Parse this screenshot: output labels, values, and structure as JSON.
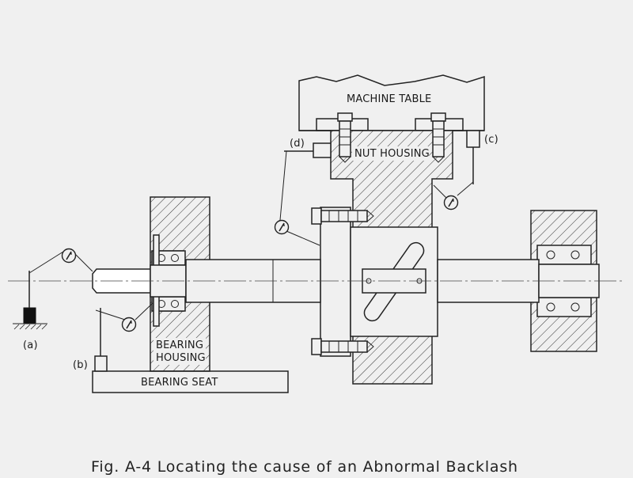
{
  "labels": {
    "machine_table": "MACHINE TABLE",
    "nut_housing": "NUT HOUSING",
    "bearing_housing_line1": "BEARING",
    "bearing_housing_line2": "HOUSING",
    "bearing_seat": "BEARING SEAT",
    "gauge_a": "(a)",
    "gauge_b": "(b)",
    "gauge_c": "(c)",
    "gauge_d": "(d)"
  },
  "caption": "Fig. A-4 Locating the cause of an Abnormal Backlash",
  "colors": {
    "background": "#f0f0f0",
    "line": "#222222",
    "block": "#111111"
  }
}
